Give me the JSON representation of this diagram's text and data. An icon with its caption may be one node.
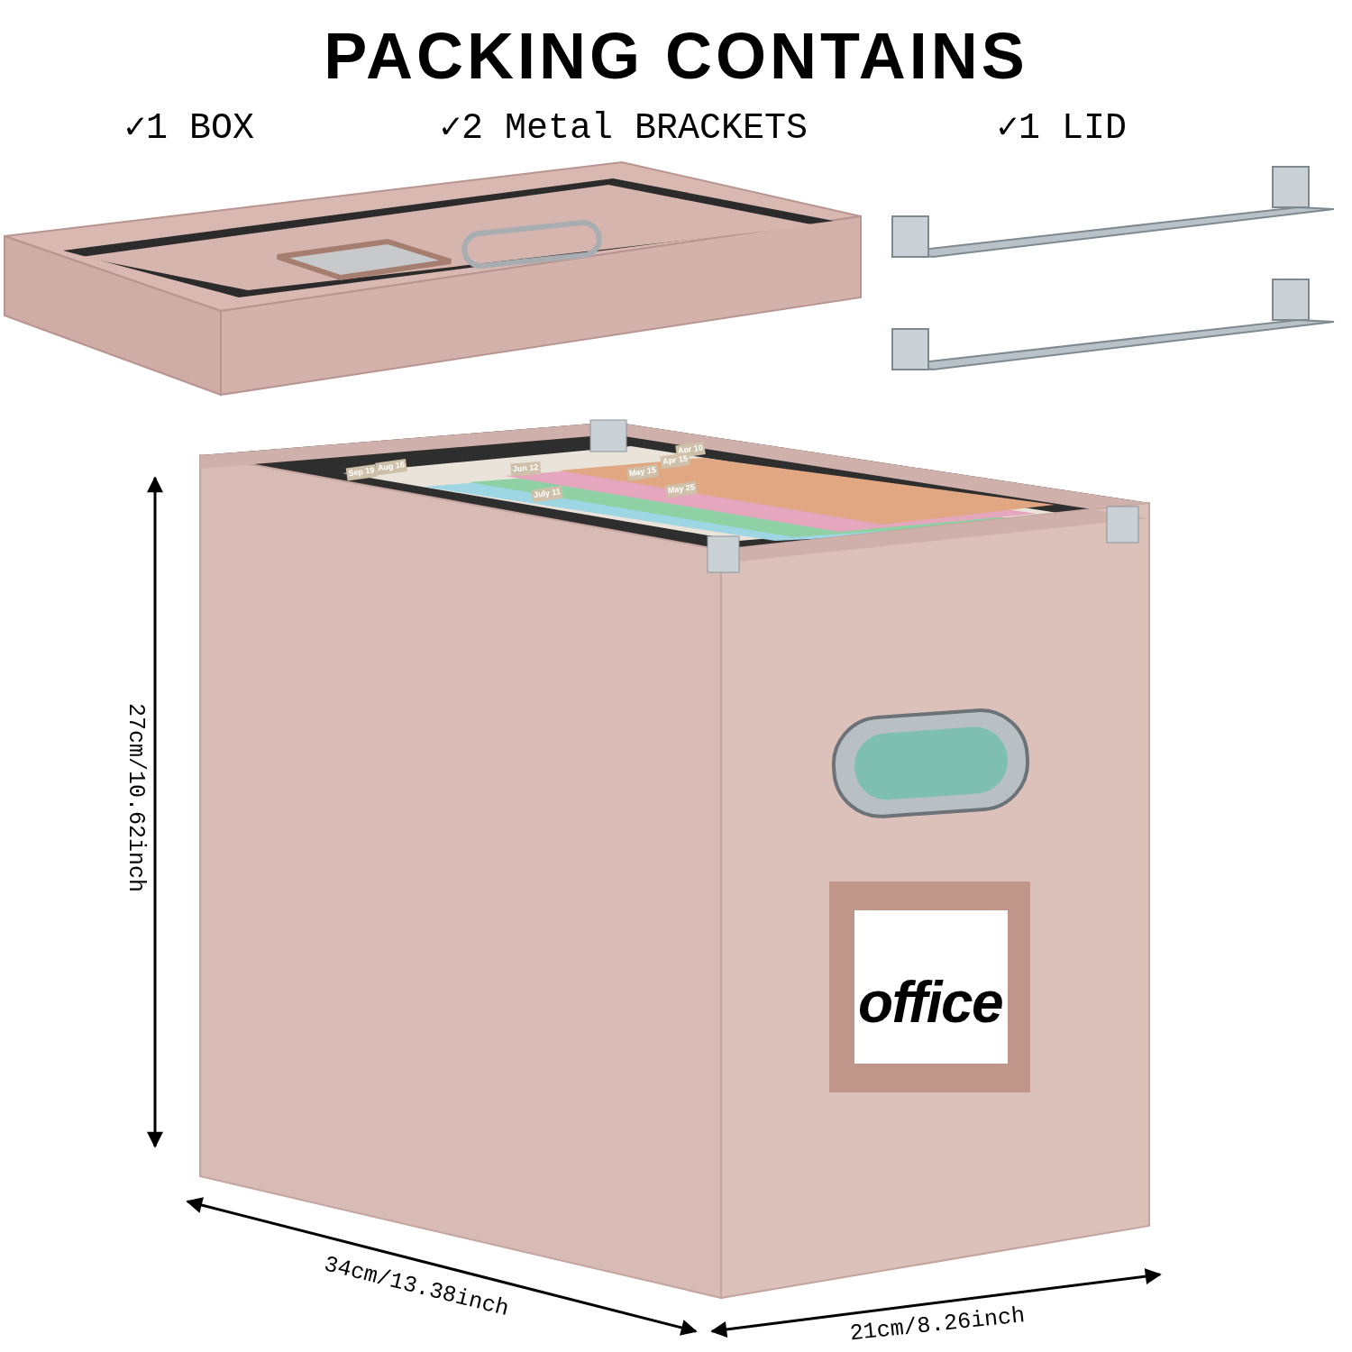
{
  "diagram": {
    "title": "PACKING CONTAINS",
    "labels": [
      "✓1 BOX",
      "✓2 Metal BRACKETS",
      "✓1 LID",
      "Apr 10",
      "Apr 15",
      "Sep 19",
      "Aug 16",
      "Jun 12",
      "May 15",
      "May 25",
      "July 11",
      "27cm/10.62inch",
      "34cm/13.38inch",
      "21cm/8.26inch",
      "office"
    ]
  }
}
